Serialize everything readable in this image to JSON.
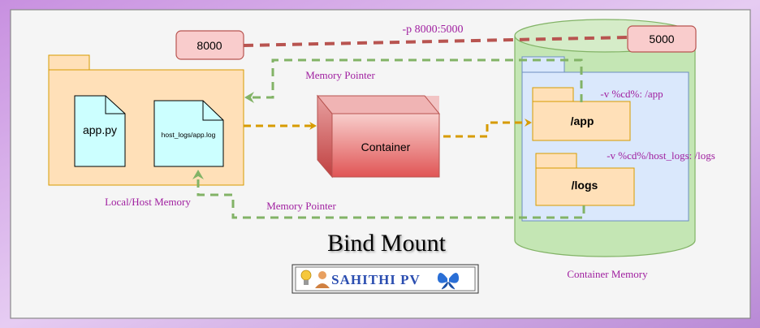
{
  "port_mapping": {
    "host_port": "8000",
    "container_port": "5000",
    "flag": "-p 8000:5000"
  },
  "host": {
    "caption": "Local/Host Memory",
    "file_1": "app.py",
    "file_2": "host_logs/app.log"
  },
  "container": {
    "label": "Container",
    "memory_caption": "Container Memory",
    "folder_app": "/app",
    "folder_logs": "/logs",
    "mount_app": "-v %cd%: /app",
    "mount_logs": "-v %cd%/host_logs: /logs"
  },
  "pointers": {
    "top": "Memory Pointer",
    "bottom": "Memory Pointer"
  },
  "title": "Bind Mount",
  "badge": {
    "author": "SAHITHI PV"
  },
  "colors": {
    "frame_outer": "#cc99e6",
    "canvas_bg": "#f5f5f5",
    "folder_fill": "#ffe0b8",
    "file_fill": "#ccffff",
    "container_fill": "#e25c5c",
    "cylinder_fill": "#c4e6b4",
    "container_folder_bg": "#dae8fc",
    "port_fill": "#f9cccc",
    "port_line": "#b85450",
    "pointer_line": "#82b366",
    "flow_line": "#d79b00",
    "label_purple": "#a020a0"
  }
}
